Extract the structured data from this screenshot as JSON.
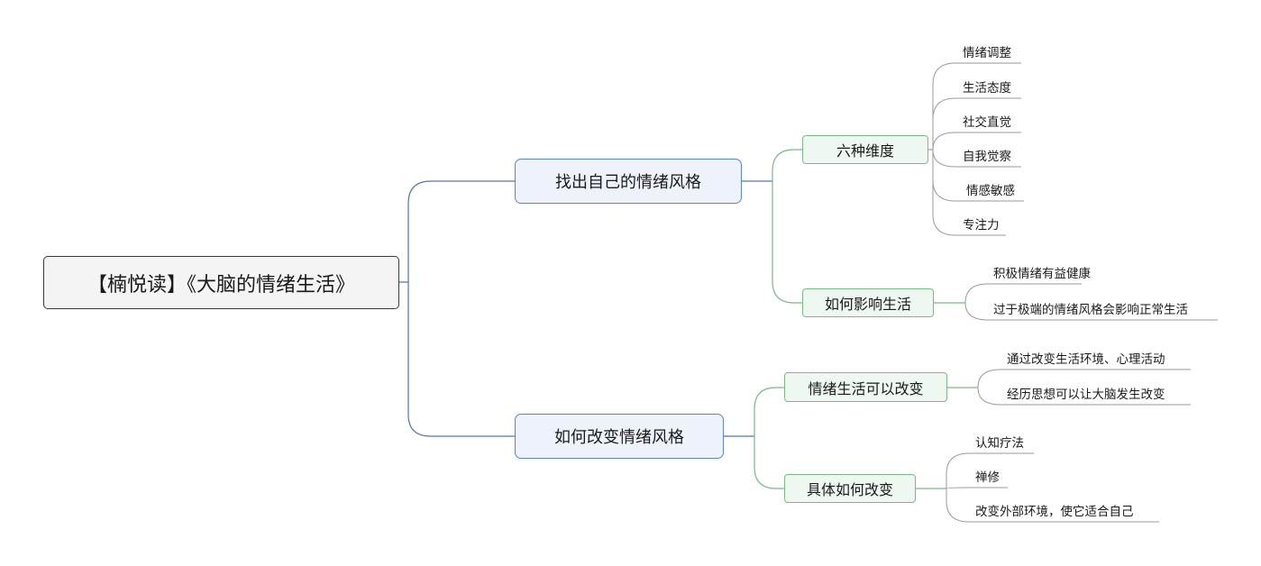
{
  "root": {
    "label": "【楠悦读】《大脑的情绪生活》"
  },
  "branches": [
    {
      "label": "找出自己的情绪风格",
      "children": [
        {
          "label": "六种维度",
          "leaves": [
            "情绪调整",
            "生活态度",
            "社交直觉",
            "自我觉察",
            "情感敏感",
            "专注力"
          ]
        },
        {
          "label": "如何影响生活",
          "leaves": [
            "积极情绪有益健康",
            "过于极端的情绪风格会影响正常生活"
          ]
        }
      ]
    },
    {
      "label": "如何改变情绪风格",
      "children": [
        {
          "label": "情绪生活可以改变",
          "leaves": [
            "通过改变生活环境、心理活动",
            "经历思想可以让大脑发生改变"
          ]
        },
        {
          "label": "具体如何改变",
          "leaves": [
            "认知疗法",
            "禅修",
            "改变外部环境，使它适合自己"
          ]
        }
      ]
    }
  ],
  "colors": {
    "root_border": "#3a3a3a",
    "main_border": "#5b86bd",
    "main_fill": "#eef3fb",
    "sub_border": "#7cb88a",
    "sub_fill": "#eef8f0",
    "leaf_line": "#9a9a9a"
  }
}
